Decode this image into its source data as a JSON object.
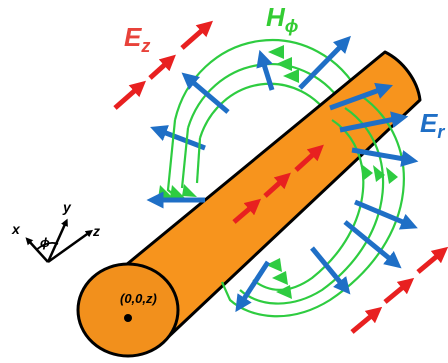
{
  "labels": {
    "ez_main": "E",
    "ez_sub": "z",
    "h_main": "H",
    "h_sub": "ϕ",
    "er_main": "E",
    "er_sub": "r",
    "origin": "(0,0,z)",
    "axis_x": "x",
    "axis_y": "y",
    "axis_z": "z",
    "axis_phi": "ϕ"
  },
  "colors": {
    "cylinder": "#F7941D",
    "cylinder_dark": "#E58A1A",
    "outline": "#000000",
    "e_z": "#E82020",
    "h_phi": "#2ECC40",
    "e_r": "#1F6FC6",
    "e_z_text": "#E8423A",
    "h_text": "#33CC33",
    "e_r_text": "#1F6FC6"
  },
  "icons": {
    "ez_arrow": "red-arrow",
    "h_loop": "green-field-loop",
    "er_arrow": "blue-arrow"
  }
}
